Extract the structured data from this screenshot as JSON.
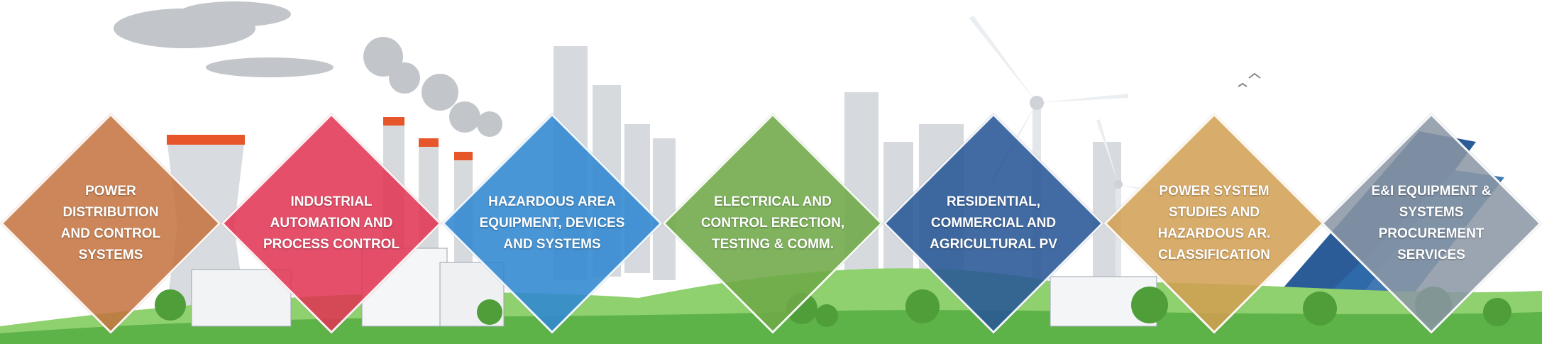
{
  "colors": {
    "building_grey": "#c9ced3",
    "hill_green": "#5db348",
    "hill_light": "#8fd06f",
    "tree_green": "#4f9e3a",
    "smoke": "#9aa1a8",
    "stripe": "#e7562a",
    "panel_blue": "#2b5c98"
  },
  "services": [
    {
      "label": "POWER DISTRIBUTION\nAND CONTROL SYSTEMS",
      "color": "rgba(196,114,62,0.86)"
    },
    {
      "label": "INDUSTRIAL\nAUTOMATION AND\nPROCESS CONTROL",
      "color": "rgba(225,50,82,0.86)"
    },
    {
      "label": "HAZARDOUS AREA\nEQUIPMENT, DEVICES\nAND SYSTEMS",
      "color": "rgba(48,136,209,0.88)"
    },
    {
      "label": "ELECTRICAL AND\nCONTROL ERECTION,\nTESTING & COMM.",
      "color": "rgba(112,168,72,0.88)"
    },
    {
      "label": "RESIDENTIAL,\nCOMMERCIAL AND\nAGRICULTURAL PV",
      "color": "rgba(40,86,150,0.88)"
    },
    {
      "label": "POWER SYSTEM\nSTUDIES AND\nHAZARDOUS AR.\nCLASSIFICATION",
      "color": "rgba(210,158,82,0.86)"
    },
    {
      "label": "E&I EQUIPMENT &\nSYSTEMS\nPROCUREMENT\nSERVICES",
      "color": "rgba(138,150,164,0.86)"
    }
  ]
}
